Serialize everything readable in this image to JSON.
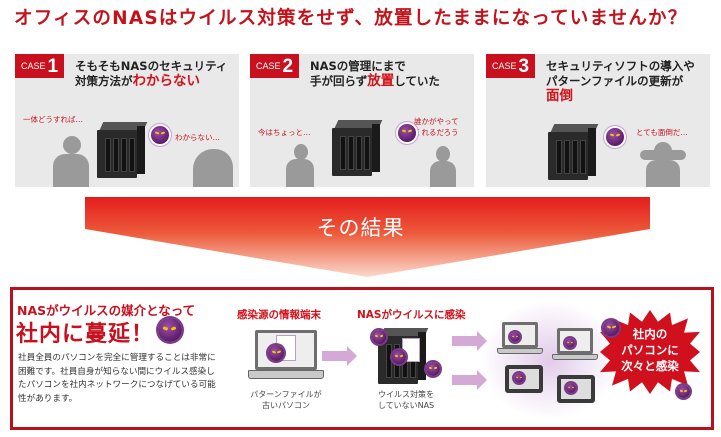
{
  "headline": "オフィスのNASはウイルス対策をせず、放置したままになっていませんか？",
  "cases": [
    {
      "badge_word": "CASE",
      "badge_num": "1",
      "title_line1": "そもそもNASのセキュリティ",
      "title_line2_plain": "対策方法が",
      "title_line2_highlight": "わからない",
      "bubble_left": "一体どうすれば…",
      "bubble_right": "わからない…"
    },
    {
      "badge_word": "CASE",
      "badge_num": "2",
      "title_line1": "NASの管理にまで",
      "title_line2_plain": "手が回らず",
      "title_line2_highlight": "放置",
      "title_line2_tail": "していた",
      "bubble_left": "今はちょっと…",
      "bubble_right_line1": "誰かがやって",
      "bubble_right_line2": "くれるだろう"
    },
    {
      "badge_word": "CASE",
      "badge_num": "3",
      "title_line1": "セキュリティソフトの導入や",
      "title_line2_plain": "パターンファイルの更新が",
      "title_line3_highlight": "面倒",
      "bubble_right": "とても面倒だ…"
    }
  ],
  "result_banner": "その結果",
  "result": {
    "subheading": "NASがウイルスの媒介となって",
    "heading": "社内に蔓延！",
    "body": "社員全員のパソコンを完全に管理することは非常に困難です。社員自身が知らない間にウイルス感染したパソコンを社内ネットワークにつなげている可能性があります。",
    "step1_label": "感染源の情報端末",
    "step1_caption_line1": "パターンファイルが",
    "step1_caption_line2": "古いパソコン",
    "step2_label": "NASがウイルスに感染",
    "step2_caption_line1": "ウイルス対策を",
    "step2_caption_line2": "していないNAS",
    "burst_line1": "社内の",
    "burst_line2": "パソコンに",
    "burst_line3": "次々と感染"
  },
  "colors": {
    "accent_red": "#c8101e",
    "card_bg": "#e9e9e9",
    "virus_purple": "#6b2a7a",
    "flow_arrow": "#d5a9d6"
  }
}
